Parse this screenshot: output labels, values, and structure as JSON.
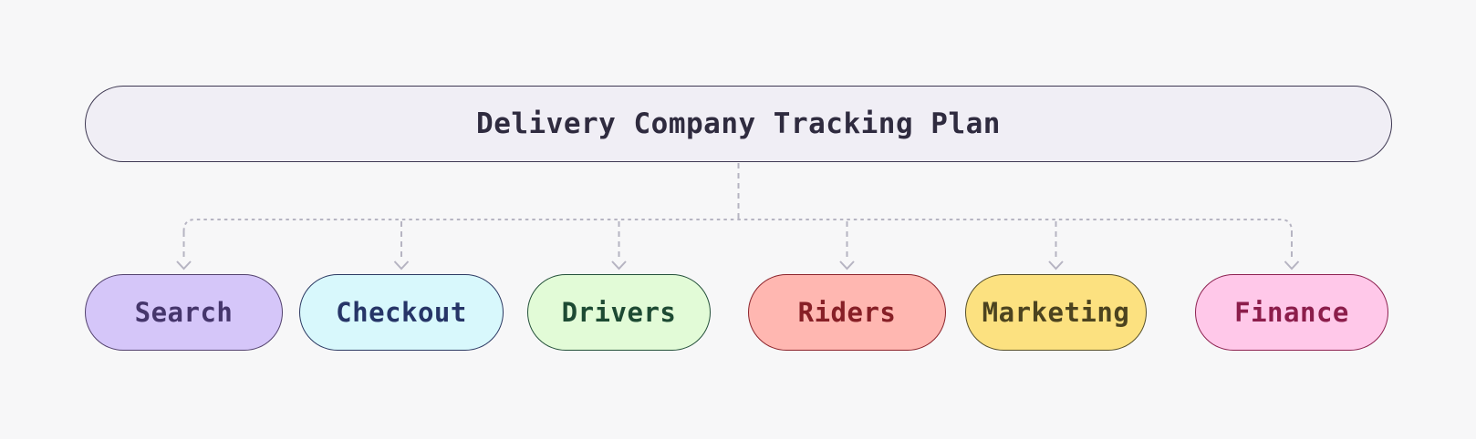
{
  "page": {
    "background_color": "#f7f7f8",
    "connector_color": "#b6b4c2"
  },
  "diagram": {
    "type": "tree",
    "root": {
      "label": "Delivery Company Tracking Plan",
      "fill": "#f0eef5",
      "border_color": "#3e3852",
      "text_color": "#2f2b3f"
    },
    "children": [
      {
        "id": "search",
        "label": "Search",
        "fill": "#d5c6f9",
        "border_color": "#53426e",
        "text_color": "#45356b"
      },
      {
        "id": "checkout",
        "label": "Checkout",
        "fill": "#d8f8fc",
        "border_color": "#2c3a63",
        "text_color": "#263567"
      },
      {
        "id": "drivers",
        "label": "Drivers",
        "fill": "#e2fbd7",
        "border_color": "#24513a",
        "text_color": "#1d4a33"
      },
      {
        "id": "riders",
        "label": "Riders",
        "fill": "#ffb7b1",
        "border_color": "#8c232b",
        "text_color": "#871f26"
      },
      {
        "id": "marketing",
        "label": "Marketing",
        "fill": "#fce180",
        "border_color": "#57502a",
        "text_color": "#4c431f"
      },
      {
        "id": "finance",
        "label": "Finance",
        "fill": "#ffc8e9",
        "border_color": "#8d2150",
        "text_color": "#8c1d4b"
      }
    ]
  }
}
